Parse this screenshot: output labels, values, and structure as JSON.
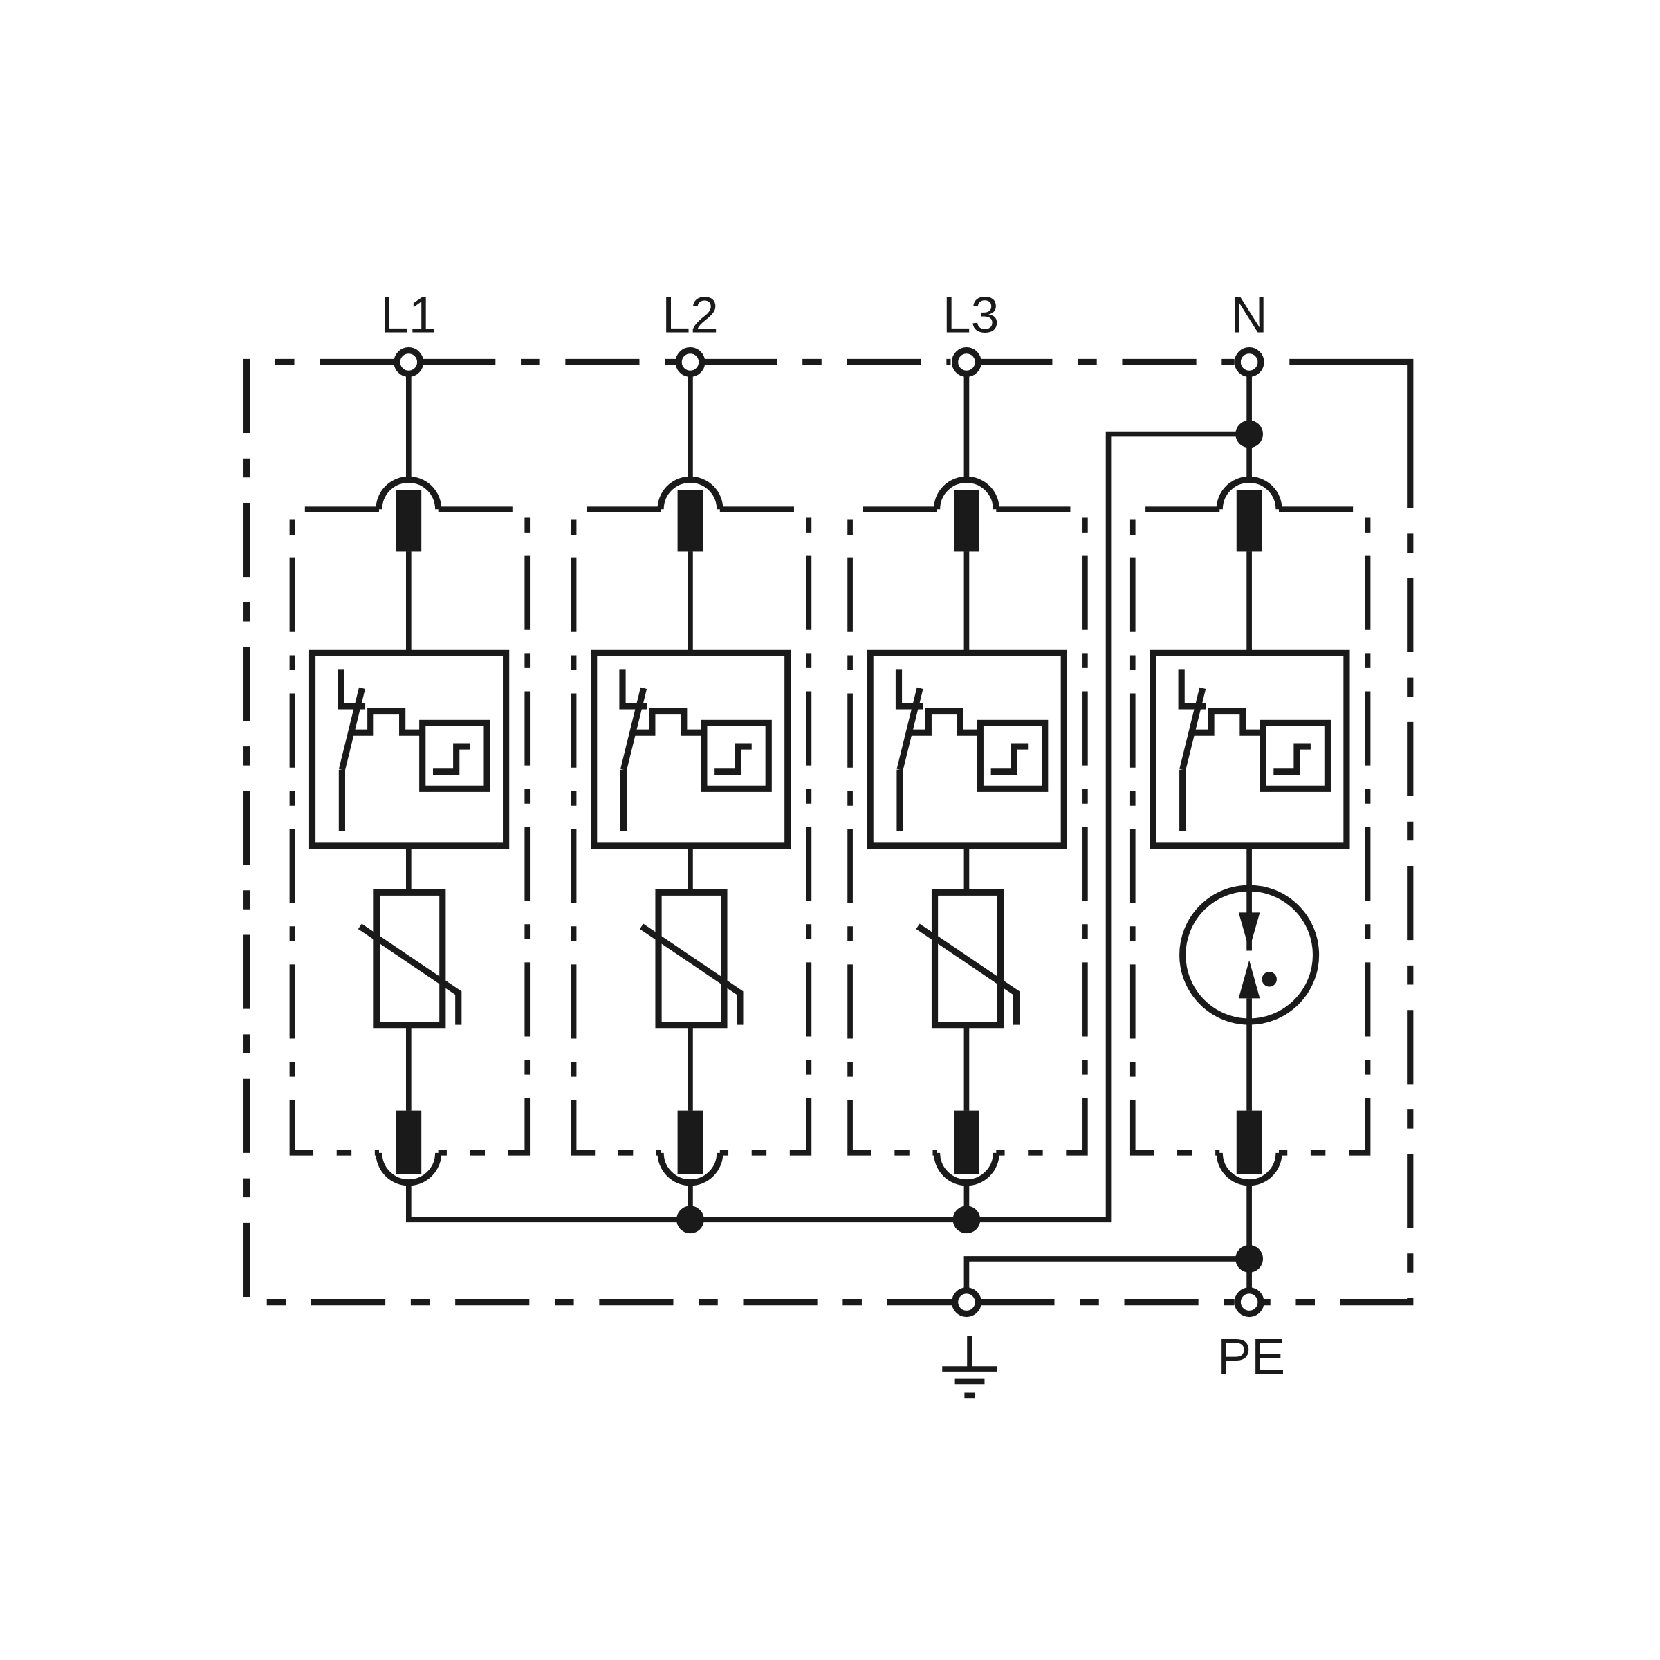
{
  "diagram": {
    "type": "surge-protection-device-schematic",
    "line_color": "#1a1a1a",
    "background": "#ffffff",
    "terminals_top": [
      {
        "id": "L1",
        "label": "L1"
      },
      {
        "id": "L2",
        "label": "L2"
      },
      {
        "id": "L3",
        "label": "L3"
      },
      {
        "id": "N",
        "label": "N"
      }
    ],
    "terminals_bottom": [
      {
        "id": "earth",
        "label": "",
        "symbol": "earth-ground-icon"
      },
      {
        "id": "PE",
        "label": "PE"
      }
    ],
    "modules": [
      {
        "phase": "L1",
        "components": [
          "fuse",
          "thermal-disconnector-with-indicator",
          "varistor",
          "fuse"
        ]
      },
      {
        "phase": "L2",
        "components": [
          "fuse",
          "thermal-disconnector-with-indicator",
          "varistor",
          "fuse"
        ]
      },
      {
        "phase": "L3",
        "components": [
          "fuse",
          "thermal-disconnector-with-indicator",
          "varistor",
          "fuse"
        ]
      },
      {
        "phase": "N",
        "components": [
          "fuse",
          "thermal-disconnector-with-indicator",
          "gas-discharge-spark-gap",
          "fuse"
        ]
      }
    ],
    "connections": [
      "L1/L2/L3 module outputs joined on common bus to N terminal node",
      "N module output to PE terminal",
      "PE node linked to earth terminal"
    ]
  }
}
